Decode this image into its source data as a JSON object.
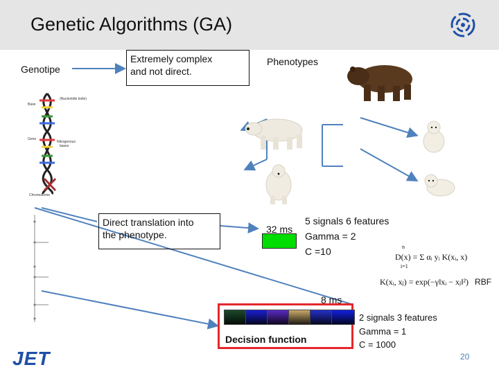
{
  "slide": {
    "title": "Genetic Algorithms (GA)",
    "page_number": "20",
    "footer_logo": "JET"
  },
  "labels": {
    "genotype": "Genotipe",
    "complex_box": [
      "Extremely complex",
      "and not direct."
    ],
    "phenotypes": "Phenotypes",
    "direct_box": [
      "Direct translation into",
      "the phenotype."
    ],
    "time_32": "32 ms",
    "time_8": "8 ms",
    "decision_function": "Decision function"
  },
  "dna_annotations": {
    "nucleotide": "(Nucleotide bolle)",
    "base": "Base",
    "gene": "Gene",
    "nitrogenous": [
      "Nitrogenous",
      "bases"
    ],
    "chromosome": "Chromosome"
  },
  "model_a": {
    "line1": "5 signals 6 features",
    "line2": "Gamma = 2",
    "line3": "C =10",
    "bar_color": "#00dd00"
  },
  "model_b": {
    "line1": "2 signals 3 features",
    "line2": "Gamma = 1",
    "line3": "C = 1000"
  },
  "formulas": {
    "decision": "D(x) = Σ αᵢ yᵢ K(xᵢ, x)",
    "decision_sum_top": "n",
    "decision_sum_bottom": "i=1",
    "kernel": "K(xᵢ, xⱼ) = exp(−γ‖xᵢ − xⱼ‖²)",
    "kernel_tag": "RBF"
  },
  "signal_thumbs": [
    "#1b4a2a",
    "#1a1fd0",
    "#5a2bc2",
    "#c9a86a",
    "#2430c8",
    "#1220e0"
  ],
  "colors": {
    "accent_red": "#e5262b",
    "arrow_blue": "#4f81bd",
    "logo_blue": "#1f4fa8"
  }
}
